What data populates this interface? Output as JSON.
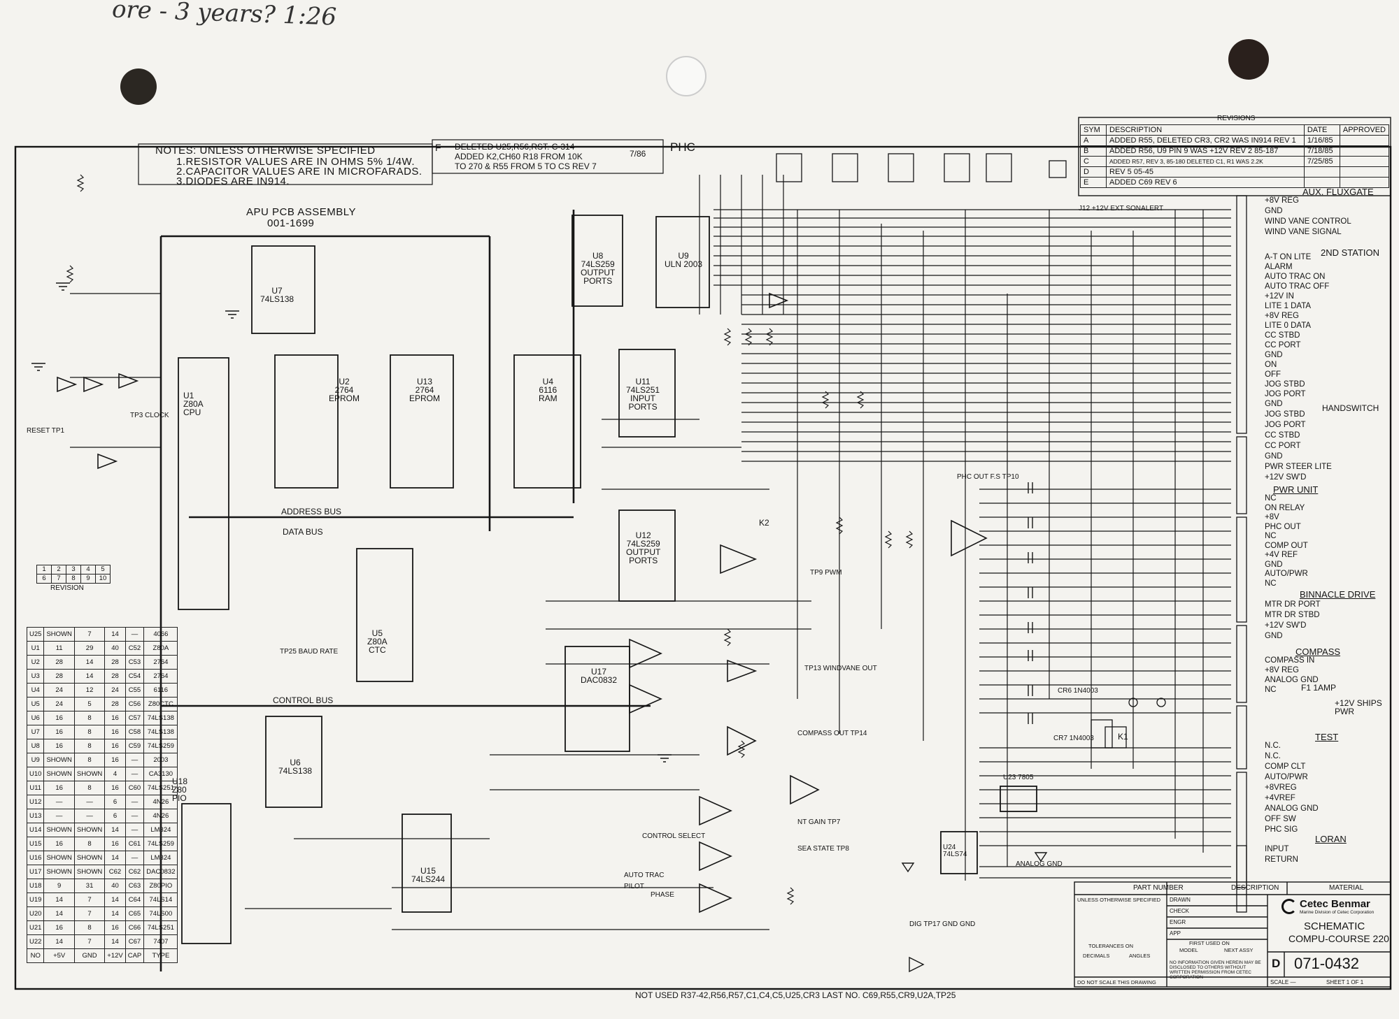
{
  "handwriting_top": "ore - 3 years? 1:26",
  "notes": {
    "title": "NOTES: UNLESS OTHERWISE SPECIFIED",
    "items": [
      "1.RESISTOR VALUES ARE IN OHMS 5% 1/4W.",
      "2.CAPACITOR VALUES ARE IN MICROFARADS.",
      "3.DIODES ARE IN914."
    ]
  },
  "rev_f": {
    "letter": "F",
    "text": [
      "DELETED U25,R56,RST. C-314",
      "ADDED K2,CH60 R18 FROM 10K",
      "TO 270 & R55 FROM 5 TO CS REV 7"
    ],
    "date": "7/86"
  },
  "phc_label": "PHC",
  "cpu_title": [
    "APU PCB ASSEMBLY",
    "001-1699"
  ],
  "revisions": {
    "header": "REVISIONS",
    "cols": [
      "SYM",
      "DESCRIPTION",
      "DATE",
      "APPROVED"
    ],
    "rows": [
      {
        "sym": "A",
        "desc": "ADDED R55, DELETED CR3, CR2 WAS IN914 REV 1",
        "date": "1/16/85"
      },
      {
        "sym": "B",
        "desc": "ADDED R56, U9 PIN 9 WAS +12V REV 2 85-187",
        "date": "7/18/85"
      },
      {
        "sym": "C",
        "desc": "ADDED R57, REV 3, 85-180 DELETED C1, R1 WAS 2.2K",
        "date": "7/25/85"
      },
      {
        "sym": "D",
        "desc": "REV 5 05-45",
        "date": ""
      },
      {
        "sym": "E",
        "desc": "ADDED C69 REV 6",
        "date": ""
      }
    ]
  },
  "chips": {
    "u7": [
      "U7",
      "74LS138"
    ],
    "u1": [
      "U1",
      "Z80A",
      "CPU"
    ],
    "u2": [
      "U2",
      "2764",
      "EPROM"
    ],
    "u13": [
      "U13",
      "2764",
      "EPROM"
    ],
    "u4": [
      "U4",
      "6116",
      "RAM"
    ],
    "u8": [
      "U8",
      "74LS259",
      "OUTPUT",
      "PORTS"
    ],
    "u9": [
      "U9",
      "ULN 2003"
    ],
    "u11": [
      "U11",
      "74LS251",
      "INPUT",
      "PORTS"
    ],
    "u12": [
      "U12",
      "74LS259",
      "OUTPUT",
      "PORTS"
    ],
    "u5": [
      "U5",
      "Z80A",
      "CTC"
    ],
    "u17": [
      "U17",
      "DAC0832"
    ],
    "u6": [
      "U6",
      "74LS138"
    ],
    "u18": [
      "U18",
      "Z80",
      "PIO"
    ],
    "u15": [
      "U15",
      "74LS244"
    ],
    "u24": [
      "U24",
      "74LS74"
    ],
    "u23": [
      "U23",
      "7805"
    ]
  },
  "buses": {
    "address": "ADDRESS BUS",
    "data": "DATA BUS",
    "control": "CONTROL BUS"
  },
  "revision_box": {
    "label": "REVISION",
    "top": [
      "1",
      "2",
      "3",
      "4",
      "5"
    ],
    "bottom": [
      "6",
      "7",
      "8",
      "9",
      "10"
    ]
  },
  "ic_table": {
    "header": [
      "U25",
      "SHOWN",
      "7",
      "14",
      "—",
      "4066"
    ],
    "rows": [
      [
        "U1",
        "11",
        "29",
        "40",
        "C52",
        "Z80A"
      ],
      [
        "U2",
        "28",
        "14",
        "28",
        "C53",
        "2764"
      ],
      [
        "U3",
        "28",
        "14",
        "28",
        "C54",
        "2764"
      ],
      [
        "U4",
        "24",
        "12",
        "24",
        "C55",
        "6116"
      ],
      [
        "U5",
        "24",
        "5",
        "28",
        "C56",
        "Z80CTC"
      ],
      [
        "U6",
        "16",
        "8",
        "16",
        "C57",
        "74LS138"
      ],
      [
        "U7",
        "16",
        "8",
        "16",
        "C58",
        "74LS138"
      ],
      [
        "U8",
        "16",
        "8",
        "16",
        "C59",
        "74LS259"
      ],
      [
        "U9",
        "SHOWN",
        "8",
        "16",
        "—",
        "2003"
      ],
      [
        "U10",
        "SHOWN",
        "SHOWN",
        "4",
        "—",
        "CA3130"
      ],
      [
        "U11",
        "16",
        "8",
        "16",
        "C60",
        "74LS251"
      ],
      [
        "U12",
        "—",
        "—",
        "6",
        "—",
        "4N26"
      ],
      [
        "U13",
        "—",
        "—",
        "6",
        "—",
        "4N26"
      ],
      [
        "U14",
        "SHOWN",
        "SHOWN",
        "14",
        "—",
        "LM324"
      ],
      [
        "U15",
        "16",
        "8",
        "16",
        "C61",
        "74LS259"
      ],
      [
        "U16",
        "SHOWN",
        "SHOWN",
        "14",
        "—",
        "LM324"
      ],
      [
        "U17",
        "SHOWN",
        "SHOWN",
        "C62",
        "C62",
        "DAC0832"
      ],
      [
        "U18",
        "9",
        "31",
        "40",
        "C63",
        "Z80PIO"
      ],
      [
        "U19",
        "14",
        "7",
        "14",
        "C64",
        "74LS14"
      ],
      [
        "U20",
        "14",
        "7",
        "14",
        "C65",
        "74LS00"
      ],
      [
        "U21",
        "16",
        "8",
        "16",
        "C66",
        "74LS251"
      ],
      [
        "U22",
        "14",
        "7",
        "14",
        "C67",
        "7407"
      ]
    ],
    "footer": [
      "NO",
      "+5V",
      "GND",
      "+12V",
      "CAP",
      "TYPE"
    ]
  },
  "connectors": {
    "aux": {
      "title": "AUX. FLUXGATE",
      "pins": [
        "+8V REG",
        "GND",
        "WIND VANE CONTROL",
        "WIND VANE SIGNAL"
      ]
    },
    "second": {
      "title": "2ND STATION",
      "pins": [
        "A-T ON LITE",
        "ALARM",
        "AUTO TRAC ON",
        "AUTO TRAC OFF",
        "+12V IN",
        "LITE 1 DATA",
        "+8V REG",
        "LITE 0 DATA",
        "CC STBD",
        "CC PORT",
        "GND",
        "ON",
        "OFF",
        "JOG STBD",
        "JOG PORT",
        "GND"
      ]
    },
    "hand": {
      "title": "HANDSWITCH",
      "pins": [
        "JOG STBD",
        "JOG PORT",
        "CC STBD",
        "CC PORT",
        "GND",
        "PWR STEER LITE",
        "+12V SW'D"
      ]
    },
    "pwr": {
      "title": "PWR UNIT",
      "pins": [
        "NC",
        "ON RELAY",
        "+8V",
        "PHC OUT",
        "NC",
        "COMP OUT",
        "+4V REF",
        "GND",
        "AUTO/PWR",
        "NC"
      ]
    },
    "binn": {
      "title": "BINNACLE DRIVE",
      "pins": [
        "MTR DR PORT",
        "MTR DR STBD",
        "+12V SW'D",
        "GND"
      ]
    },
    "comp": {
      "title": "COMPASS",
      "pins": [
        "COMPASS IN",
        "+8V REG",
        "ANALOG GND",
        "NC"
      ]
    },
    "test": {
      "title": "TEST",
      "pins": [
        "N.C.",
        "N.C.",
        "COMP CLT",
        "AUTO/PWR",
        "+8VREG",
        "+4VREF",
        "ANALOG GND",
        "OFF SW",
        "PHC SIG"
      ]
    },
    "loran": {
      "title": "LORAN",
      "pins": [
        "INPUT",
        "RETURN"
      ]
    }
  },
  "ships_pwr": "+12V SHIPS PWR",
  "f1_lamp": "F1 1AMP",
  "title_block": {
    "company": "Cetec Benmar",
    "subtitle": "Marine Division of Cetec Corporation",
    "title1": "SCHEMATIC",
    "title2": "COMPU-COURSE 220",
    "size": "D",
    "dwg_no": "071-0432",
    "sheet": "SHEET 1 OF 1",
    "scale": "SCALE —",
    "headers": [
      "PART NUMBER",
      "DESCRIPTION",
      "MATERIAL"
    ],
    "drawn": "DRAWN",
    "check": "CHECK",
    "engr": "ENGR",
    "app": "APP",
    "tol": "TOLERANCES ON",
    "decimals": "DECIMALS",
    "angles": "ANGLES",
    "notscale": "DO NOT SCALE THIS DRAWING",
    "unless": "UNLESS OTHERWISE SPECIFIED",
    "first_used": "FIRST USED ON",
    "model": "MODEL",
    "next_assy": "NEXT ASSY",
    "proprietary": "NO INFORMATION GIVEN HEREIN MAY BE DISCLOSED TO OTHERS WITHOUT WRITTEN PERMISSION FROM CETEC CORPORATION"
  },
  "not_used": "NOT USED R37-42,R56,R57,C1,C4,C5,U25,CR3    LAST NO. C69,R55,CR9,U2A,TP25",
  "misc": {
    "reset": "RESET TP1",
    "clock": "TP3 CLOCK",
    "baud": "TP25 BAUD RATE",
    "wind_vane": "TP13 WINDVANE OUT",
    "comp_out": "COMPASS OUT TP14",
    "nt_gain": "NT GAIN TP7",
    "sea_state": "SEA STATE TP8",
    "analog_gnd": "ANALOG GND",
    "dig_gnd": "DIG TP17 GND GND",
    "ctrl_select": "CONTROL SELECT",
    "auto": "AUTO TRAC",
    "pilot": "PILOT",
    "phase": "PHASE",
    "pwm": "TP9 PWM",
    "phc_out": "PHC OUT F.S TP10",
    "k1": "K1",
    "k2": "K2",
    "cr6": "CR6 1N4003",
    "cr7": "CR7 1N4003",
    "j12": "J12 +12V EXT SONALERT"
  }
}
